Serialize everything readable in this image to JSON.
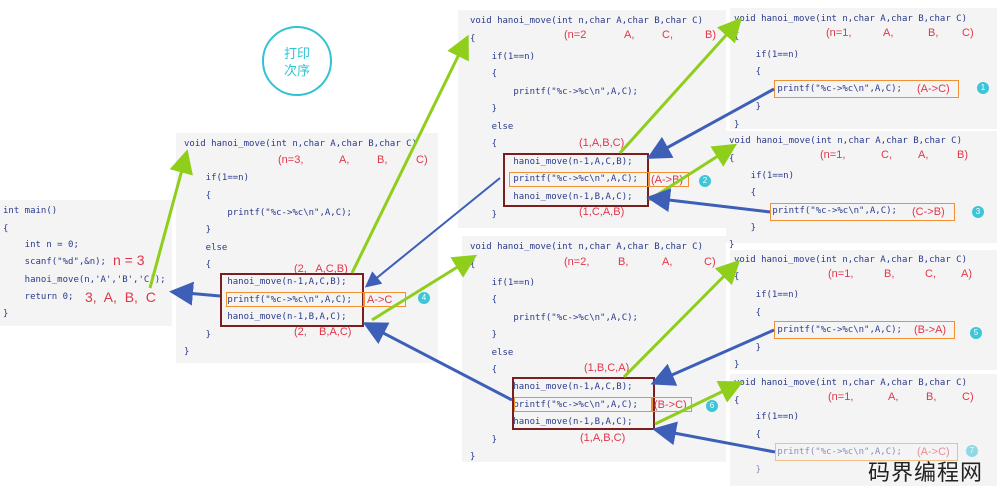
{
  "bubble": [
    "打印",
    "次序"
  ],
  "watermark": "码界编程网",
  "main_code": [
    "int main()",
    "{",
    "    int n = 0;",
    "    scanf(\"%d\",&n);",
    "    hanoi_move(n,'A','B','C');",
    "    return 0;",
    "}"
  ],
  "main_notes": {
    "n": "n = 3",
    "args": "3,  A,  B,  C"
  },
  "level1": {
    "code": [
      "void hanoi_move(int n,char A,char B,char C)",
      "{",
      "    if(1==n)",
      "    {",
      "        printf(\"%c->%c\\n\",A,C);",
      "    }",
      "    else",
      "    {",
      "        hanoi_move(n-1,A,C,B);",
      "        printf(\"%c->%c\\n\",A,C);",
      "        hanoi_move(n-1,B,A,C);",
      "    }",
      "}"
    ],
    "params": [
      "(n=3,",
      "A,",
      "B,",
      "C)"
    ],
    "call1": "(2,   A,C,B)",
    "call2": "(2,    B,A,C)",
    "output": "A->C",
    "step": "4"
  },
  "level2a": {
    "code": [
      "void hanoi_move(int n,char A,char B,char C)",
      "{",
      "    if(1==n)",
      "    {",
      "        printf(\"%c->%c\\n\",A,C);",
      "    }",
      "    else",
      "    {",
      "        hanoi_move(n-1,A,C,B);",
      "        printf(\"%c->%c\\n\",A,C);",
      "        hanoi_move(n-1,B,A,C);",
      "    }",
      "}"
    ],
    "params": [
      "(n=2",
      "A,",
      "C,",
      "B)"
    ],
    "call1": "(1,A,B,C)",
    "call2": "(1,C,A,B)",
    "output": "(A->B)",
    "step": "2"
  },
  "level2b": {
    "code": [
      "void hanoi_move(int n,char A,char B,char C)",
      "{",
      "    if(1==n)",
      "    {",
      "        printf(\"%c->%c\\n\",A,C);",
      "    }",
      "    else",
      "    {",
      "        hanoi_move(n-1,A,C,B);",
      "        printf(\"%c->%c\\n\",A,C);",
      "        hanoi_move(n-1,B,A,C);",
      "    }",
      "}"
    ],
    "params": [
      "(n=2,",
      "B,",
      "A,",
      "C)"
    ],
    "call1": "(1,B,C,A)",
    "call2": "(1,A,B,C)",
    "output": "(B->C)",
    "step": "6"
  },
  "leaves": [
    {
      "params": [
        "(n=1,",
        "A,",
        "B,",
        "C)"
      ],
      "output": "(A->C)",
      "step": "1"
    },
    {
      "params": [
        "(n=1,",
        "C,",
        "A,",
        "B)"
      ],
      "output": "(C->B)",
      "step": "3"
    },
    {
      "params": [
        "(n=1,",
        "B,",
        "C,",
        "A)"
      ],
      "output": "(B->A)",
      "step": "5"
    },
    {
      "params": [
        "(n=1,",
        "A,",
        "B,",
        "C)"
      ],
      "output": "(A->C)",
      "step": "7"
    }
  ],
  "leaf_code": [
    "void hanoi_move(int n,char A,char B,char C)",
    "{",
    "    if(1==n)",
    "    {",
    "        printf(\"%c->%c\\n\",A,C);",
    "    }",
    "}"
  ],
  "colors": {
    "code": "#2a3a8c",
    "annotation": "#e0364a",
    "green_arrow": "#8fce1a",
    "blue_arrow": "#3d5fb8",
    "call_box": "#7a1e1e",
    "output_box": "#f09030",
    "step_badge": "#3cc6d8"
  }
}
